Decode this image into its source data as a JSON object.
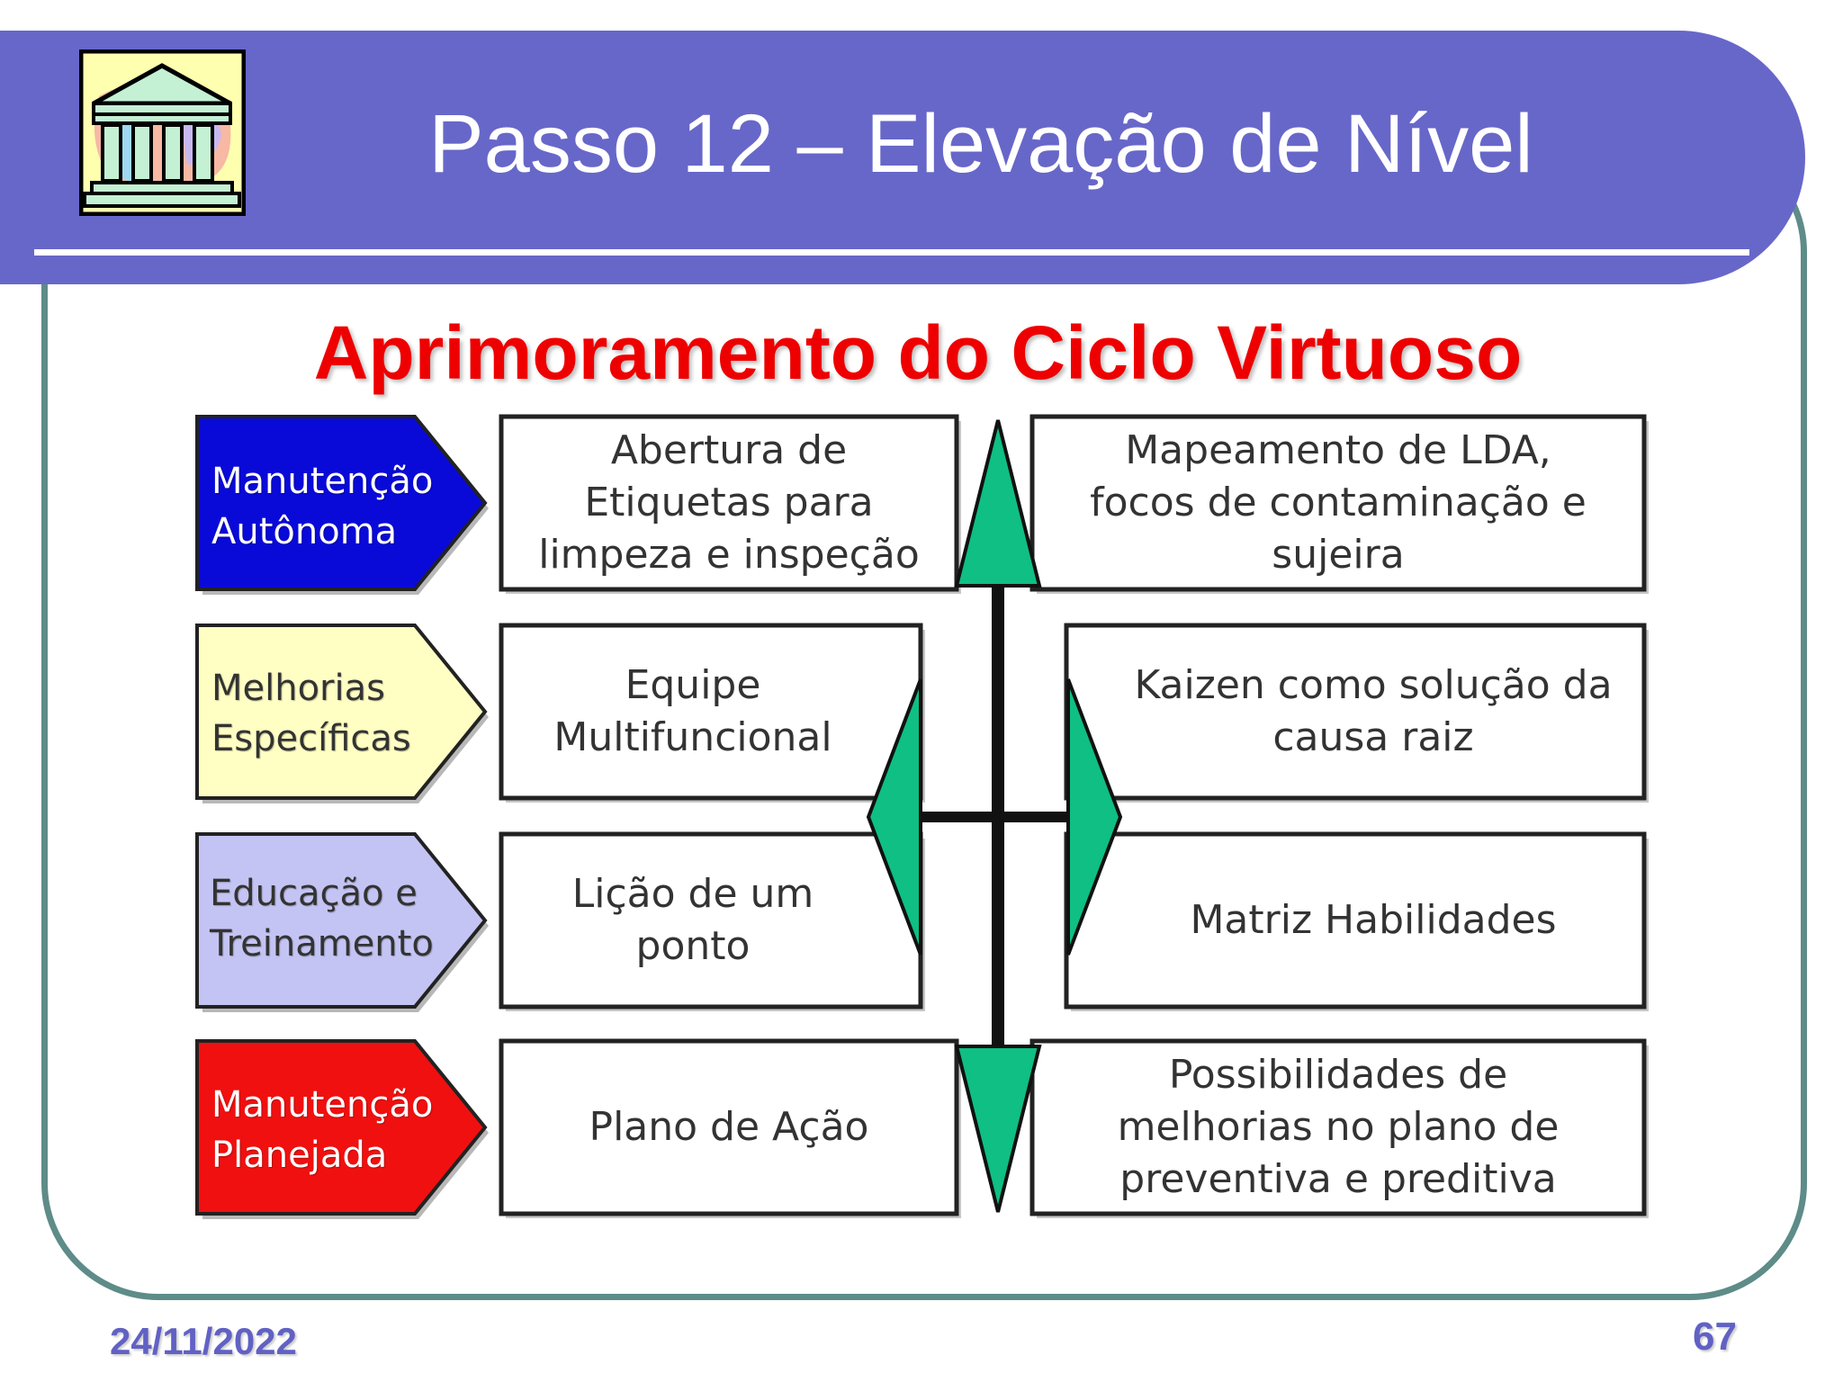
{
  "slide": {
    "title": "Passo 12 – Elevação de Nível",
    "subtitle": "Aprimoramento do Ciclo Virtuoso",
    "date": "24/11/2022",
    "page_number": "67",
    "logo_icon": "building-columns-icon"
  },
  "diagram": {
    "rows": [
      {
        "pillar": [
          "Manutenção",
          "Autônoma"
        ],
        "pillar_color": "#0a0ad8",
        "pillar_text_color": "#ffffff",
        "tool": [
          "Abertura de",
          "Etiquetas para",
          "limpeza e inspeção"
        ],
        "outcome": [
          "Mapeamento de LDA,",
          "focos de contaminação e",
          "sujeira"
        ]
      },
      {
        "pillar": [
          "Melhorias",
          "Específicas"
        ],
        "pillar_color": "#ffffc4",
        "pillar_text_color": "#333333",
        "tool": [
          "Equipe",
          "Multifuncional"
        ],
        "outcome": [
          "Kaizen como solução da",
          "causa raiz"
        ]
      },
      {
        "pillar": [
          "Educação e",
          "Treinamento"
        ],
        "pillar_color": "#c4c4f4",
        "pillar_text_color": "#333333",
        "tool": [
          "Lição de um",
          "ponto"
        ],
        "outcome": [
          "Matriz Habilidades"
        ]
      },
      {
        "pillar": [
          "Manutenção",
          "Planejada"
        ],
        "pillar_color": "#f01010",
        "pillar_text_color": "#ffffff",
        "tool": [
          "Plano de Ação"
        ],
        "outcome": [
          "Possibilidades de",
          "melhorias no plano de",
          "preventiva e preditiva"
        ]
      }
    ],
    "arrow_color": "#0fbf84"
  }
}
